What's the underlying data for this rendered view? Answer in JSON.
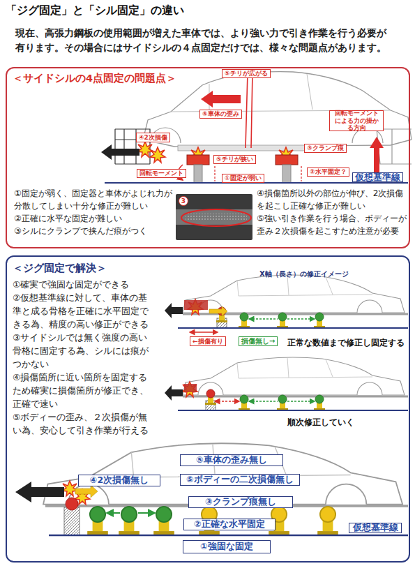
{
  "diagram": {
    "title": "「ジグ固定」と「シル固定」の違い",
    "nodes": [
      {
        "text": [
          "＜サイドシルの4点固定の問題点＞",
          "①固定が弱く、固定器と車体がよじれ力が分散してしまい十分な修正が難しい",
          "②正確に水平な固定が難しい",
          "③シルにクランプで挟んだ痕がつく",
          "④損傷箇所以外の部位が伸び、2次損傷を起こし正確な修正が難しい",
          "⑤強い引き作業を行う場合、ボディーが歪み２次損傷を起こすため注意が必要"
        ]
      },
      {
        "text": [
          "⑤チリが広がる"
        ],
        "in": 0
      },
      {
        "text": [
          "⑤車体の歪み"
        ],
        "in": 0
      },
      {
        "text": [
          "回転モーメントによる力の掛かる方向"
        ],
        "in": 0
      },
      {
        "text": [
          "④2次損傷"
        ],
        "in": 0
      },
      {
        "text": [
          "⑤チリが狭い"
        ],
        "in": 0
      },
      {
        "text": [
          "③クランプ痕"
        ],
        "in": 0
      },
      {
        "text": [
          "回転モーメント"
        ],
        "in": 0
      },
      {
        "text": [
          "②水平固定？"
        ],
        "in": 0
      },
      {
        "text": [
          "①固定が弱い"
        ],
        "in": 0
      },
      {
        "text": [
          "仮想基準線"
        ],
        "in": 0
      },
      {
        "text": [
          "3"
        ],
        "in": 0
      },
      {
        "text": [
          "＜ジグ固定で解決＞",
          "①確実で強固な固定ができる",
          "②仮想基準線に対して、車体の基準と成る骨格を正確に水平固定できる為、精度の高い修正ができる",
          "③サイドシルでは無く強度の高い骨格に固定する為、シルには痕がつかない",
          "④損傷箇所に近い箇所を固定するため確実に損傷箇所が修正でき、正確で速い",
          "⑤ボディーの歪み、２次損傷が無い為、安心して引き作業が行える"
        ]
      },
      {
        "text": [
          "←損傷有り"
        ],
        "in": 12
      },
      {
        "text": [
          "損傷無し→"
        ],
        "in": 12
      },
      {
        "text": [
          "⑤車体の歪み無し"
        ],
        "in": 12
      },
      {
        "text": [
          "⑤ボディーの二次損傷無し"
        ],
        "in": 12
      },
      {
        "text": [
          "④2次損傷無し"
        ],
        "in": 12
      },
      {
        "text": [
          "③クランプ痕無し"
        ],
        "in": 12
      },
      {
        "text": [
          "②正確な水平固定"
        ],
        "in": 12
      },
      {
        "text": [
          "仮想基準線"
        ],
        "in": 12
      },
      {
        "text": [
          "①強固な固定"
        ],
        "in": 12
      }
    ],
    "labels": [
      "現在、高張力鋼板の使用範囲が増えた車体では、より強い力で引き作業を行う必要が有ります。その場合にはサイドシルの４点固定だけでは、様々な問題点があります。",
      "X軸（長さ）の修正イメージ",
      "正常な数値まで修正し固定する",
      "順次修正していく"
    ]
  }
}
